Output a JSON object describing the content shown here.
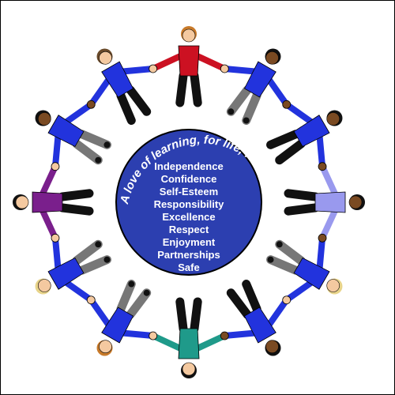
{
  "motto": "A love of learning, for life, for all.",
  "values": [
    "Independence",
    "Confidence",
    "Self-Esteem",
    "Responsibility",
    "Excellence",
    "Respect",
    "Enjoyment",
    "Partnerships",
    "Safe"
  ],
  "colors": {
    "center_disc": "#2c3fb0",
    "center_outline": "#000000",
    "shirt_blue": "#2233dd",
    "shirt_red": "#cc1122",
    "shirt_purple": "#7a1f8c",
    "shirt_lavender": "#9999ee",
    "shirt_teal": "#1f9a8a",
    "pants_black": "#111111",
    "pants_grey": "#888888",
    "skin_light": "#f4c9a0",
    "skin_dark": "#7a4a22"
  },
  "figures": [
    {
      "name": "figure-top",
      "shirt": "#cc1122",
      "legs": "#111111",
      "skin": "#f4c9a0",
      "hair": "#c87a2a"
    },
    {
      "name": "figure-top-right-1",
      "shirt": "#2233dd",
      "legs": "#777777",
      "skin": "#7a4a22",
      "hair": "#111111"
    },
    {
      "name": "figure-top-right-2",
      "shirt": "#2233dd",
      "legs": "#111111",
      "skin": "#7a4a22",
      "hair": "#111111"
    },
    {
      "name": "figure-right",
      "shirt": "#9999ee",
      "legs": "#111111",
      "skin": "#7a4a22",
      "hair": "#111111"
    },
    {
      "name": "figure-bottom-right-1",
      "shirt": "#2233dd",
      "legs": "#777777",
      "skin": "#f4c9a0",
      "hair": "#e8d48a"
    },
    {
      "name": "figure-bottom-right-2",
      "shirt": "#2233dd",
      "legs": "#111111",
      "skin": "#7a4a22",
      "hair": "#111111"
    },
    {
      "name": "figure-bottom",
      "shirt": "#1f9a8a",
      "legs": "#111111",
      "skin": "#f4c9a0",
      "hair": "#111111"
    },
    {
      "name": "figure-bottom-left-1",
      "shirt": "#2233dd",
      "legs": "#777777",
      "skin": "#f4c9a0",
      "hair": "#c87a2a"
    },
    {
      "name": "figure-bottom-left-2",
      "shirt": "#2233dd",
      "legs": "#777777",
      "skin": "#f4c9a0",
      "hair": "#e8d48a"
    },
    {
      "name": "figure-left",
      "shirt": "#7a1f8c",
      "legs": "#111111",
      "skin": "#f4c9a0",
      "hair": "#111111"
    },
    {
      "name": "figure-top-left-1",
      "shirt": "#2233dd",
      "legs": "#777777",
      "skin": "#7a4a22",
      "hair": "#111111"
    },
    {
      "name": "figure-top-left-2",
      "shirt": "#2233dd",
      "legs": "#111111",
      "skin": "#f4c9a0",
      "hair": "#6a4a2a"
    }
  ]
}
